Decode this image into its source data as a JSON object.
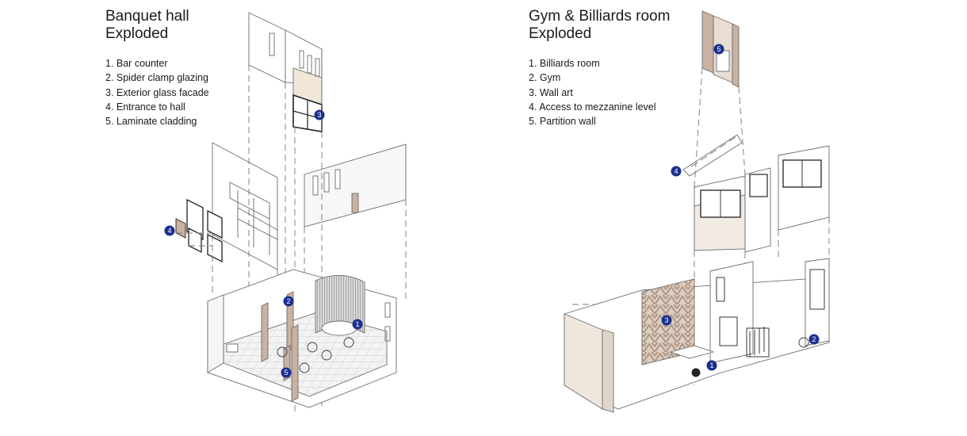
{
  "left": {
    "title_line1": "Banquet hall",
    "title_line2": "Exploded",
    "legend": [
      "1. Bar counter",
      "2. Spider clamp glazing",
      "3. Exterior glass facade",
      "4. Entrance to hall",
      "5. Laminate cladding"
    ],
    "markers": [
      "1",
      "2",
      "3",
      "4",
      "5"
    ]
  },
  "right": {
    "title_line1": "Gym & Billiards room",
    "title_line2": "Exploded",
    "legend": [
      "1. Billiards room",
      "2. Gym",
      "3. Wall art",
      "4. Access to mezzanine level",
      "5. Partition wall"
    ],
    "markers": [
      "1",
      "2",
      "3",
      "4",
      "5"
    ]
  },
  "colors": {
    "marker": "#1c2f8f",
    "line": "#6b6b6b",
    "wood": "#c9b2a2",
    "cladding": "#e9ddd4",
    "wallart": "#d8c9bd"
  }
}
